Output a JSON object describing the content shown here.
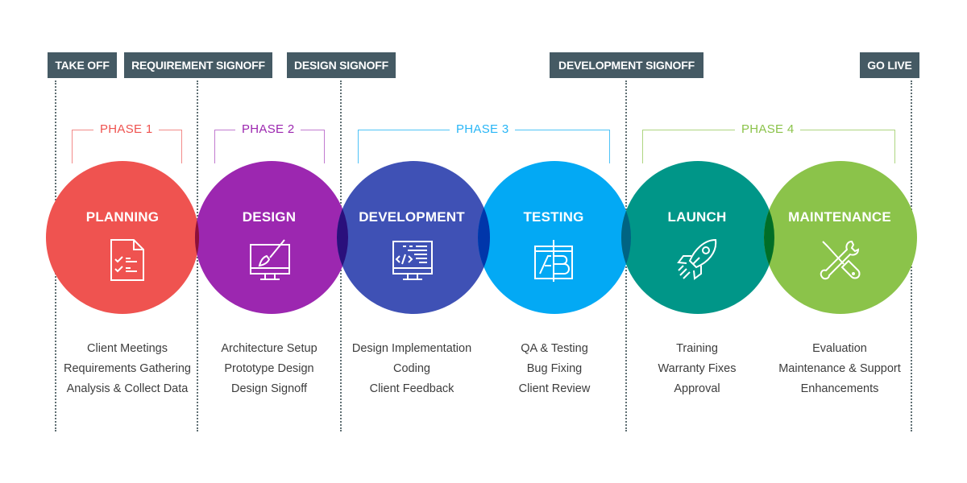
{
  "milestones": [
    {
      "label": "TAKE OFF"
    },
    {
      "label": "REQUIREMENT SIGNOFF"
    },
    {
      "label": "DESIGN SIGNOFF"
    },
    {
      "label": "DEVELOPMENT SIGNOFF"
    },
    {
      "label": "GO LIVE"
    }
  ],
  "phases": [
    {
      "label": "PHASE 1",
      "color": "#ef5350"
    },
    {
      "label": "PHASE 2",
      "color": "#9c27b0"
    },
    {
      "label": "PHASE 3",
      "color": "#29b6f6"
    },
    {
      "label": "PHASE 4",
      "color": "#8bc34a"
    }
  ],
  "stages": [
    {
      "title": "PLANNING",
      "color": "#ef5350",
      "icon": "checklist-document-icon",
      "tasks": [
        "Client Meetings",
        "Requirements Gathering",
        "Analysis & Collect Data"
      ]
    },
    {
      "title": "DESIGN",
      "color": "#9c27b0",
      "icon": "monitor-paintbrush-icon",
      "tasks": [
        "Architecture Setup",
        "Prototype Design",
        "Design Signoff"
      ]
    },
    {
      "title": "DEVELOPMENT",
      "color": "#3f51b5",
      "icon": "monitor-code-icon",
      "tasks": [
        "Design Implementation",
        "Coding",
        "Client Feedback"
      ]
    },
    {
      "title": "TESTING",
      "color": "#03a9f4",
      "icon": "ab-test-window-icon",
      "tasks": [
        "QA & Testing",
        "Bug Fixing",
        "Client Review"
      ]
    },
    {
      "title": "LAUNCH",
      "color": "#009688",
      "icon": "rocket-icon",
      "tasks": [
        "Training",
        "Warranty Fixes",
        "Approval"
      ]
    },
    {
      "title": "MAINTENANCE",
      "color": "#8bc34a",
      "icon": "wrench-screwdriver-icon",
      "tasks": [
        "Evaluation",
        "Maintenance & Support",
        "Enhancements"
      ]
    }
  ],
  "overlap_colors": [
    "#8d1038",
    "#2a0f7c",
    "#0036aa",
    "#006482",
    "#006e27"
  ]
}
